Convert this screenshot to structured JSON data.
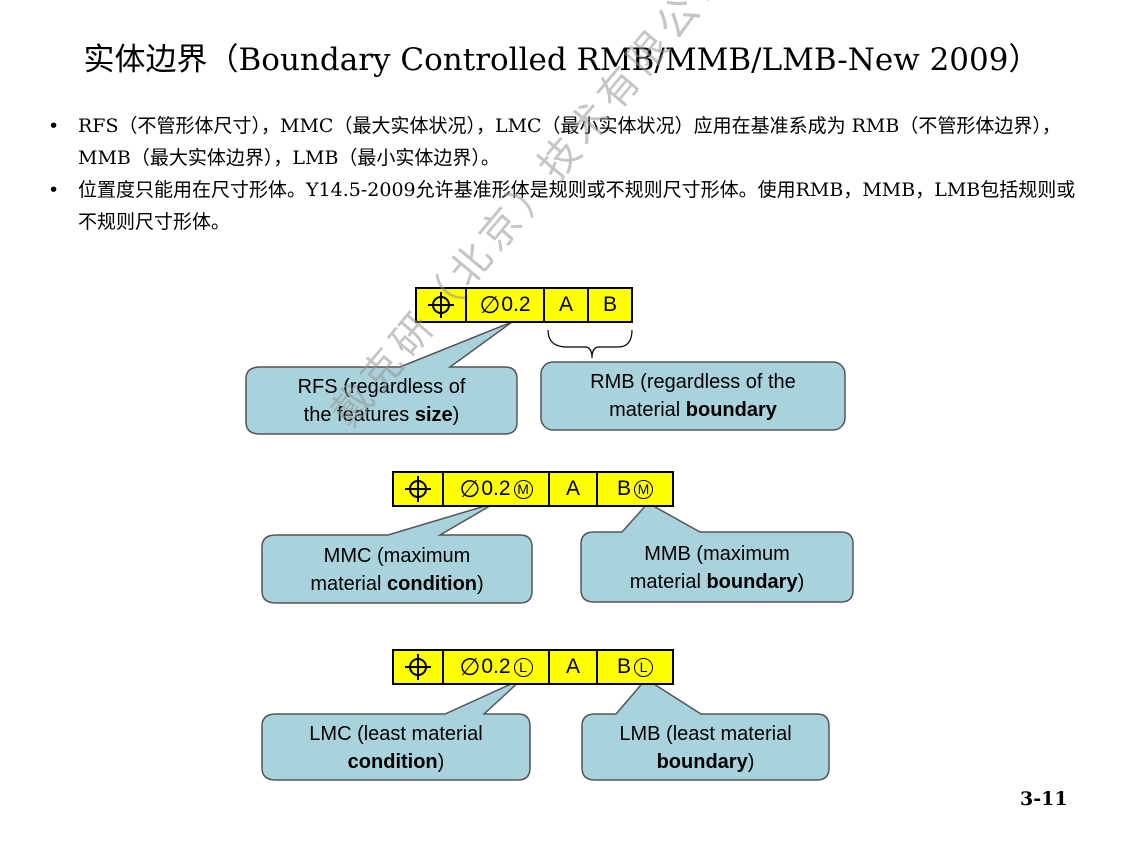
{
  "title": "实体边界（Boundary Controlled RMB/MMB/LMB-New 2009）",
  "bullets": [
    "RFS（不管形体尺寸），MMC（最大实体状况），LMC（最小实体状况）应用在基准系成为 RMB（不管形体边界），MMB（最大实体边界），LMB（最小实体边界）。",
    "位置度只能用在尺寸形体。Y14.5-2009允许基准形体是规则或不规则尺寸形体。使用RMB，MMB，LMB包括规则或不规则尺寸形体。"
  ],
  "bullet_symbol": "•",
  "frames": [
    {
      "tolerance": "0.2",
      "tol_modifier": "",
      "datum_a": "A",
      "datum_b": "B",
      "datum_b_modifier": ""
    },
    {
      "tolerance": "0.2",
      "tol_modifier": "M",
      "datum_a": "A",
      "datum_b": "B",
      "datum_b_modifier": "M"
    },
    {
      "tolerance": "0.2",
      "tol_modifier": "L",
      "datum_a": "A",
      "datum_b": "B",
      "datum_b_modifier": "L"
    }
  ],
  "callouts": {
    "rfs": {
      "line1": "RFS (regardless of",
      "line2_pre": "the features ",
      "line2_bold": "size",
      "line2_post": ")"
    },
    "rmb": {
      "line1": "RMB (regardless of the",
      "line2_pre": "material ",
      "line2_bold": "boundary",
      "line2_post": ""
    },
    "mmc": {
      "line1": "MMC (maximum",
      "line2_pre": "material ",
      "line2_bold": "condition",
      "line2_post": ")"
    },
    "mmb": {
      "line1": "MMB (maximum",
      "line2_pre": "material ",
      "line2_bold": "boundary",
      "line2_post": ")"
    },
    "lmc": {
      "line1": "LMC (least material",
      "line2_pre": "",
      "line2_bold": "condition",
      "line2_post": ")"
    },
    "lmb": {
      "line1": "LMB (least material",
      "line2_pre": "",
      "line2_bold": "boundary",
      "line2_post": ")"
    }
  },
  "symbols": {
    "position": "position-icon",
    "diameter": "∅"
  },
  "watermark": "戴克研（北京）技术有限公司",
  "page_number": "3-11",
  "colors": {
    "frame_fill": "#ffff00",
    "callout_fill": "#a8d3dc",
    "callout_stroke": "#555555"
  }
}
